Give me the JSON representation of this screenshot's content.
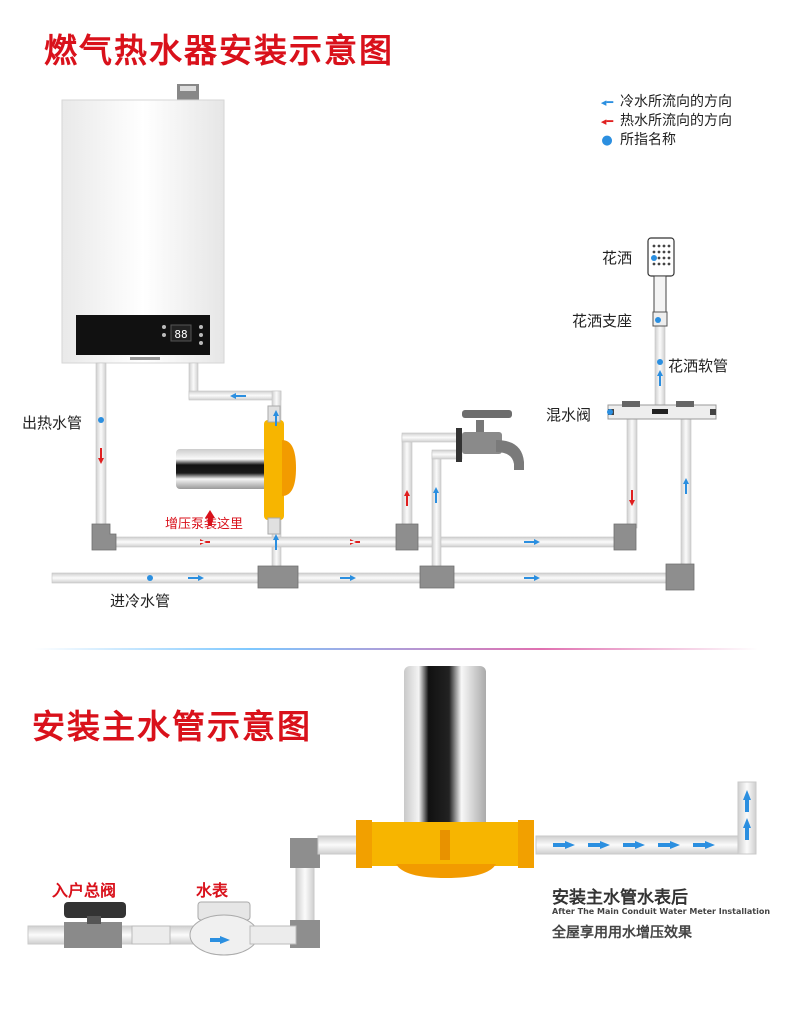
{
  "titles": {
    "top": "燃气热水器安装示意图",
    "bottom": "安装主水管示意图"
  },
  "legend": {
    "cold_flow": "冷水所流向的方向",
    "hot_flow": "热水所流向的方向",
    "name_marker": "所指名称"
  },
  "labels": {
    "hot_out_pipe": "出热水管",
    "cold_in_pipe": "进冷水管",
    "shower": "花洒",
    "shower_holder": "花洒支座",
    "shower_hose": "花洒软管",
    "mixing_valve": "混水阀",
    "pump_note": "增压泵装这里",
    "main_valve": "入户总阀",
    "water_meter": "水表"
  },
  "heater_display": "88",
  "caption": {
    "title": "安装主水管水表后",
    "english": "After The Main Conduit Water Meter Installation",
    "effect": "全屋享用用水增压效果"
  },
  "colors": {
    "title_red": "#d9111b",
    "cold_arrow": "#2b8fe0",
    "hot_arrow": "#e02020",
    "pump_yellow": "#f7b500",
    "pipe": "#e8e8e8",
    "fitting": "#8e8e8e"
  }
}
